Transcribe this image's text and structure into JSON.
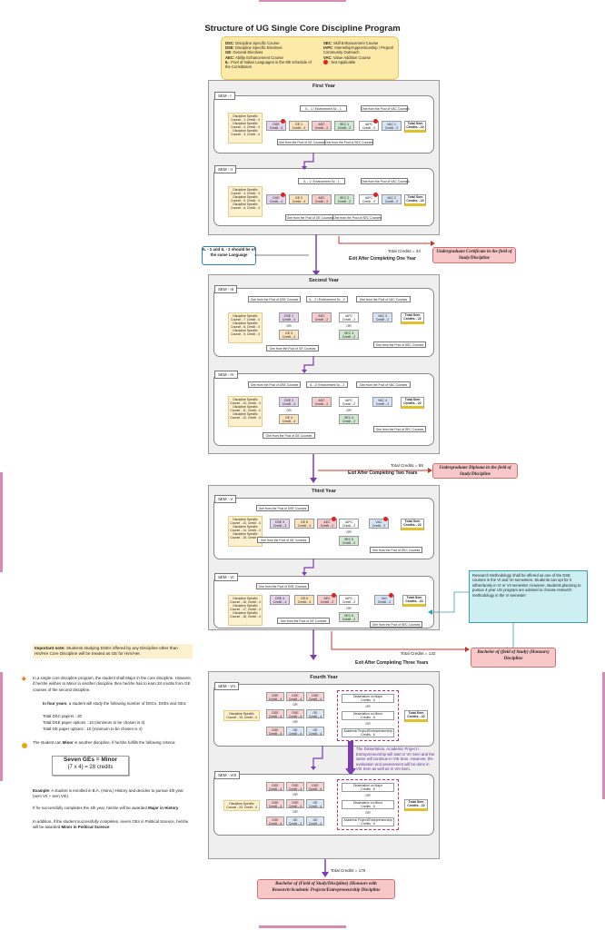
{
  "title": "Structure of UG Single Core Discipline Program",
  "legend": {
    "left": [
      {
        "abbr": "DSC",
        "text": ": Discipline Specific Course"
      },
      {
        "abbr": "DSE",
        "text": ": Discipline Specific Electives"
      },
      {
        "abbr": "GE",
        "text": ": General Electives"
      },
      {
        "abbr": "AEC",
        "text": ": Ability Enhancement Course"
      },
      {
        "abbr": "IL",
        "text": "- Pool of Indian Languages in the 8th schedule of the Constitution"
      }
    ],
    "right": [
      {
        "abbr": "SEC",
        "text": ": Skill Enhancement Course"
      },
      {
        "abbr": "IAPC",
        "text": ": Internship/Apprenticeship / Project/ Community Outreach"
      },
      {
        "abbr": "VAC",
        "text": ": Value Addition Course"
      },
      {
        "abbr": "",
        "text": ": Not Applicable"
      }
    ]
  },
  "colors": {
    "dse": "#e4d4ec",
    "ge": "#fbe3bd",
    "aec": "#f6cccc",
    "sec": "#cfe8cf",
    "vac": "#d7e4f5",
    "award": "#f8c8c8",
    "legend": "#fde9a8",
    "purple": "#7a3cb0",
    "red": "#c0392b"
  },
  "years": {
    "first": "First Year",
    "second": "Second Year",
    "third": "Third Year",
    "fourth": "Fourth Year"
  },
  "sem1": {
    "label": "SEM - I",
    "dsc": [
      "Discipline Specific Course - 1, Credit - 4",
      "Discipline Specific Course - 2, Credit - 4",
      "Discipline Specific Course - 3, Credit - 4"
    ],
    "il_env": "IL - 1 / Environment Sc - 1",
    "vac_pool": "One from the Pool of VAC Courses",
    "cells": [
      {
        "name": "DSE",
        "credit": "Credit - 4"
      },
      {
        "name": "GE 1",
        "credit": "Credit - 4"
      },
      {
        "name": "AEC",
        "credit": "Credit - 2"
      },
      {
        "name": "SEC 1",
        "credit": "Credit - 2"
      },
      {
        "name": "IAPC",
        "credit": "Credit - 2"
      },
      {
        "name": "VAC 1",
        "credit": "Credit - 2"
      }
    ],
    "total": "Total Sem Credits - 22",
    "ge_pool": "One from the Pool of GE Courses",
    "sec_pool": "One from the Pool of SEC Courses"
  },
  "sem2": {
    "label": "SEM - II",
    "dsc": [
      "Discipline Specific Course - 4, Credit - 4",
      "Discipline Specific Course - 5, Credit - 4",
      "Discipline Specific Course - 6, Credit - 4"
    ],
    "il_env": "IL - 1 / Environment Sc - 1",
    "vac_pool": "One from the Pool of VAC Courses",
    "cells": [
      {
        "name": "DSE",
        "credit": "Credit - 4"
      },
      {
        "name": "GE 2",
        "credit": "Credit - 4"
      },
      {
        "name": "AEC",
        "credit": "Credit - 2"
      },
      {
        "name": "SEC 2",
        "credit": "Credit - 2"
      },
      {
        "name": "IAPC",
        "credit": "Credit - 2"
      },
      {
        "name": "VAC 2",
        "credit": "Credit - 2"
      }
    ],
    "total": "Total Sem Credits - 22",
    "ge_pool": "One from the Pool of GE Courses",
    "sec_pool": "One from the Pool of SEC Courses"
  },
  "exit1": {
    "credits": "Total Credits = 44",
    "exit": "Exit After Completing One Year",
    "award": "Undergraduate Certificate in the field of Study/Discipline"
  },
  "il_note": "IL - 1 and IL - 2 should be of the same Language",
  "sem3": {
    "label": "SEM - III",
    "dse_pool": "One from the Pool of DSE Courses",
    "il_env": "IL - 2 / Environment Sc - 2",
    "vac_pool": "One from the Pool of VAC Courses",
    "dsc": [
      "Discipline Specific Course - 7, Credit - 4",
      "Discipline Specific Course - 8, Credit - 4",
      "Discipline Specific Course - 9, Credit - 4"
    ],
    "dse": {
      "name": "DSE 1",
      "credit": "Credit - 4"
    },
    "or": "OR",
    "ge": {
      "name": "GE 3",
      "credit": "Credit - 4"
    },
    "aec": {
      "name": "AEC",
      "credit": "Credit - 2"
    },
    "iapc": {
      "name": "IAPC",
      "credit": "Credit - 2"
    },
    "sec": {
      "name": "SEC 3",
      "credit": "Credit - 2"
    },
    "vac": {
      "name": "VAC 3",
      "credit": "Credit - 2"
    },
    "total": "Total Sem Credits - 22",
    "ge_pool": "One from the Pool of GE Courses",
    "sec_pool": "One from the Pool of SEC Courses"
  },
  "sem4": {
    "label": "SEM - IV",
    "dse_pool": "One from the Pool of DSE Courses",
    "il_env": "IL - 2/ Environment Sc - 2",
    "vac_pool": "One from the Pool of VAC Courses",
    "dsc": [
      "Discipline Specific Course - 10, Credit - 4",
      "Discipline Specific Course - 11, Credit - 4",
      "Discipline Specific Course - 12, Credit - 4"
    ],
    "dse": {
      "name": "DSE 2",
      "credit": "Credit - 4"
    },
    "or": "OR",
    "ge": {
      "name": "GE 4",
      "credit": "Credit - 4"
    },
    "aec": {
      "name": "AEC",
      "credit": "Credit - 2"
    },
    "iapc": {
      "name": "IAPC",
      "credit": "Credit - 2"
    },
    "sec": {
      "name": "SEC 4",
      "credit": "Credit - 2"
    },
    "vac": {
      "name": "VAC 4",
      "credit": "Credit - 2"
    },
    "total": "Total Sem Credits - 22",
    "ge_pool": "One from the Pool of GE Courses",
    "sec_pool": "One from the Pool of SEC Courses"
  },
  "exit2": {
    "credits": "Total Credits = 88",
    "exit": "Exit After Completing Two Years",
    "award": "Undergraduate Diploma in the field of Study/Discipline"
  },
  "sem5": {
    "label": "SEM - V",
    "dse_pool": "One from the Pool of DSE Courses",
    "dsc": [
      "Discipline Specific Course - 13, Credit - 4",
      "Discipline Specific Course - 14, Credit - 4",
      "Discipline Specific Course - 15, Credit - 4"
    ],
    "dse": {
      "name": "DSE 3",
      "credit": "Credit - 4"
    },
    "ge": {
      "name": "GE 5",
      "credit": "Credit - 4"
    },
    "aec": {
      "name": "AEC",
      "credit": "Credit - 2"
    },
    "iapc": {
      "name": "IAPC",
      "credit": "Credit - 2"
    },
    "or": "OR",
    "sec": {
      "name": "SEC 5",
      "credit": "Credit - 2"
    },
    "vac": {
      "name": "VAC",
      "credit": "Credit - 2"
    },
    "total": "Total Sem Credits - 22",
    "ge_pool": "One from the Pool of GE Courses",
    "sec_pool": "One from the Pool of SEC Courses"
  },
  "sem6": {
    "label": "SEM - VI",
    "dse_pool": "One from the Pool of DSE Courses",
    "dsc": [
      "Discipline Specific Course - 16, Credit - 4",
      "Discipline Specific Course - 17, Credit - 4",
      "Discipline Specific Course - 18, Credit - 4"
    ],
    "dse": {
      "name": "DSE 4",
      "credit": "Credit - 4"
    },
    "ge": {
      "name": "GE 6",
      "credit": "Credit - 4"
    },
    "aec": {
      "name": "AEC",
      "credit": "Credit - 2"
    },
    "iapc": {
      "name": "IAPC",
      "credit": "Credit - 2"
    },
    "or": "OR",
    "sec": {
      "name": "SEC 6",
      "credit": "Credit - 2"
    },
    "vac": {
      "name": "VAC",
      "credit": "Credit - 2"
    },
    "total": "Total Sem Credits - 22",
    "ge_pool": "One from the Pool of GE Courses",
    "sec_pool": "One from the Pool of SEC Courses"
  },
  "research_note": "Research Methodology shall be offered as one of the DSE courses in the VI and VII semesters. Students can opt for it either/&only in VI or VII semester. However, students planning to pursue 4 year UG program are advised to choose research methodology in the VI semester",
  "important_note": {
    "label": "Important note:",
    "text": "Students studying DSEs offered by any Discipline other than His/Her Core Discipline will be treated as GE for Him/Her."
  },
  "exit3": {
    "credits": "Total Credits = 132",
    "exit": "Exit After Completing Three Years",
    "award": "Bachelor of (field of Study) (Honours) Discipline"
  },
  "minor_text": {
    "p1": "In a single core discipline program, the student shall Major in the core discipline. However, if he/she wishes to Minor in another discipline then he/she has to earn 28 credits from GE courses of the second discipline.",
    "p2_lead": "In four years",
    "p2_rest": ", a student will study the following number of DSCs, DSEs and GEs:",
    "p3": "Total DSC papers : 20",
    "p4": "Total DSE paper options : 10 (minimum to be chosen is 4)",
    "p5": "Total GE paper options : 10 (minimum to be chosen is 4)",
    "p6a": "The student can ",
    "p6b": "Minor",
    "p6c": " in another discipline, if he/she fulfills the following criteria:",
    "formula1": "Seven  GEs = Minor",
    "formula2": "(7 x 4) = 28 credits",
    "ex_lead": "Example",
    "ex_text": ": A student is enrolled in B.A. (Hons.) History and decides to pursue 4th year (sem VII + sem VIII).",
    "ex2a": "If he successfully completes the 4th year, he/she will be awarded ",
    "ex2b": "Major in History",
    "ex3a": "In addition, if the student successfully completes, seven GEs in Political Science, he/she will be awarded ",
    "ex3b": "Minor in Political Science"
  },
  "sem7": {
    "label": "SEM - VII",
    "dsc": "Discipline Specific Course - 19, Credit - 4",
    "grid_top": [
      "DSE",
      "DSE",
      "DSE"
    ],
    "grid_mid": [
      "DSE",
      "DSE",
      "GE"
    ],
    "grid_bot": [
      "DSE",
      "GE",
      "GE"
    ],
    "credit": "Credit - 4",
    "or": "OR",
    "diss": [
      {
        "t": "Dissertation on Major",
        "c": "Credits - 6"
      },
      {
        "t": "Dissertation on Minor",
        "c": "Credits - 6"
      },
      {
        "t": "Academic Project/Entrepreneurship",
        "c": "Credits - 6"
      }
    ],
    "total": "Total Sem Credits - 22"
  },
  "sem8": {
    "label": "SEM - VIII",
    "dsc": "Discipline Specific Course - 20, Credit - 4",
    "grid_top": [
      "DSE",
      "DSE",
      "DSE"
    ],
    "grid_mid": [
      "DSE",
      "DSE",
      "GE"
    ],
    "grid_bot": [
      "DSE",
      "GE",
      "GE"
    ],
    "credit": "Credit - 4",
    "or": "OR",
    "diss": [
      {
        "t": "Dissertation on Major",
        "c": "Credits - 6"
      },
      {
        "t": "Dissertation on Minor",
        "c": "Credits - 6"
      },
      {
        "t": "Academic Project/Entrepreneurship",
        "c": "Credits - 6"
      }
    ],
    "total": "Total Sem Credits - 22"
  },
  "diss_note": "The Dissertation, Academic Project / Entrepreneurship will start in VII Sem and the same will continue in VIII Sem. However, the evaluation and assessment will be done in VIII Sem as well as in VIII Sem.",
  "final": {
    "credits": "Total Credits = 176",
    "award": "Bachelor of (Field of Study/Discipline) (Honours with Research/Academic Projects/Entrepreneurship Discipline"
  }
}
